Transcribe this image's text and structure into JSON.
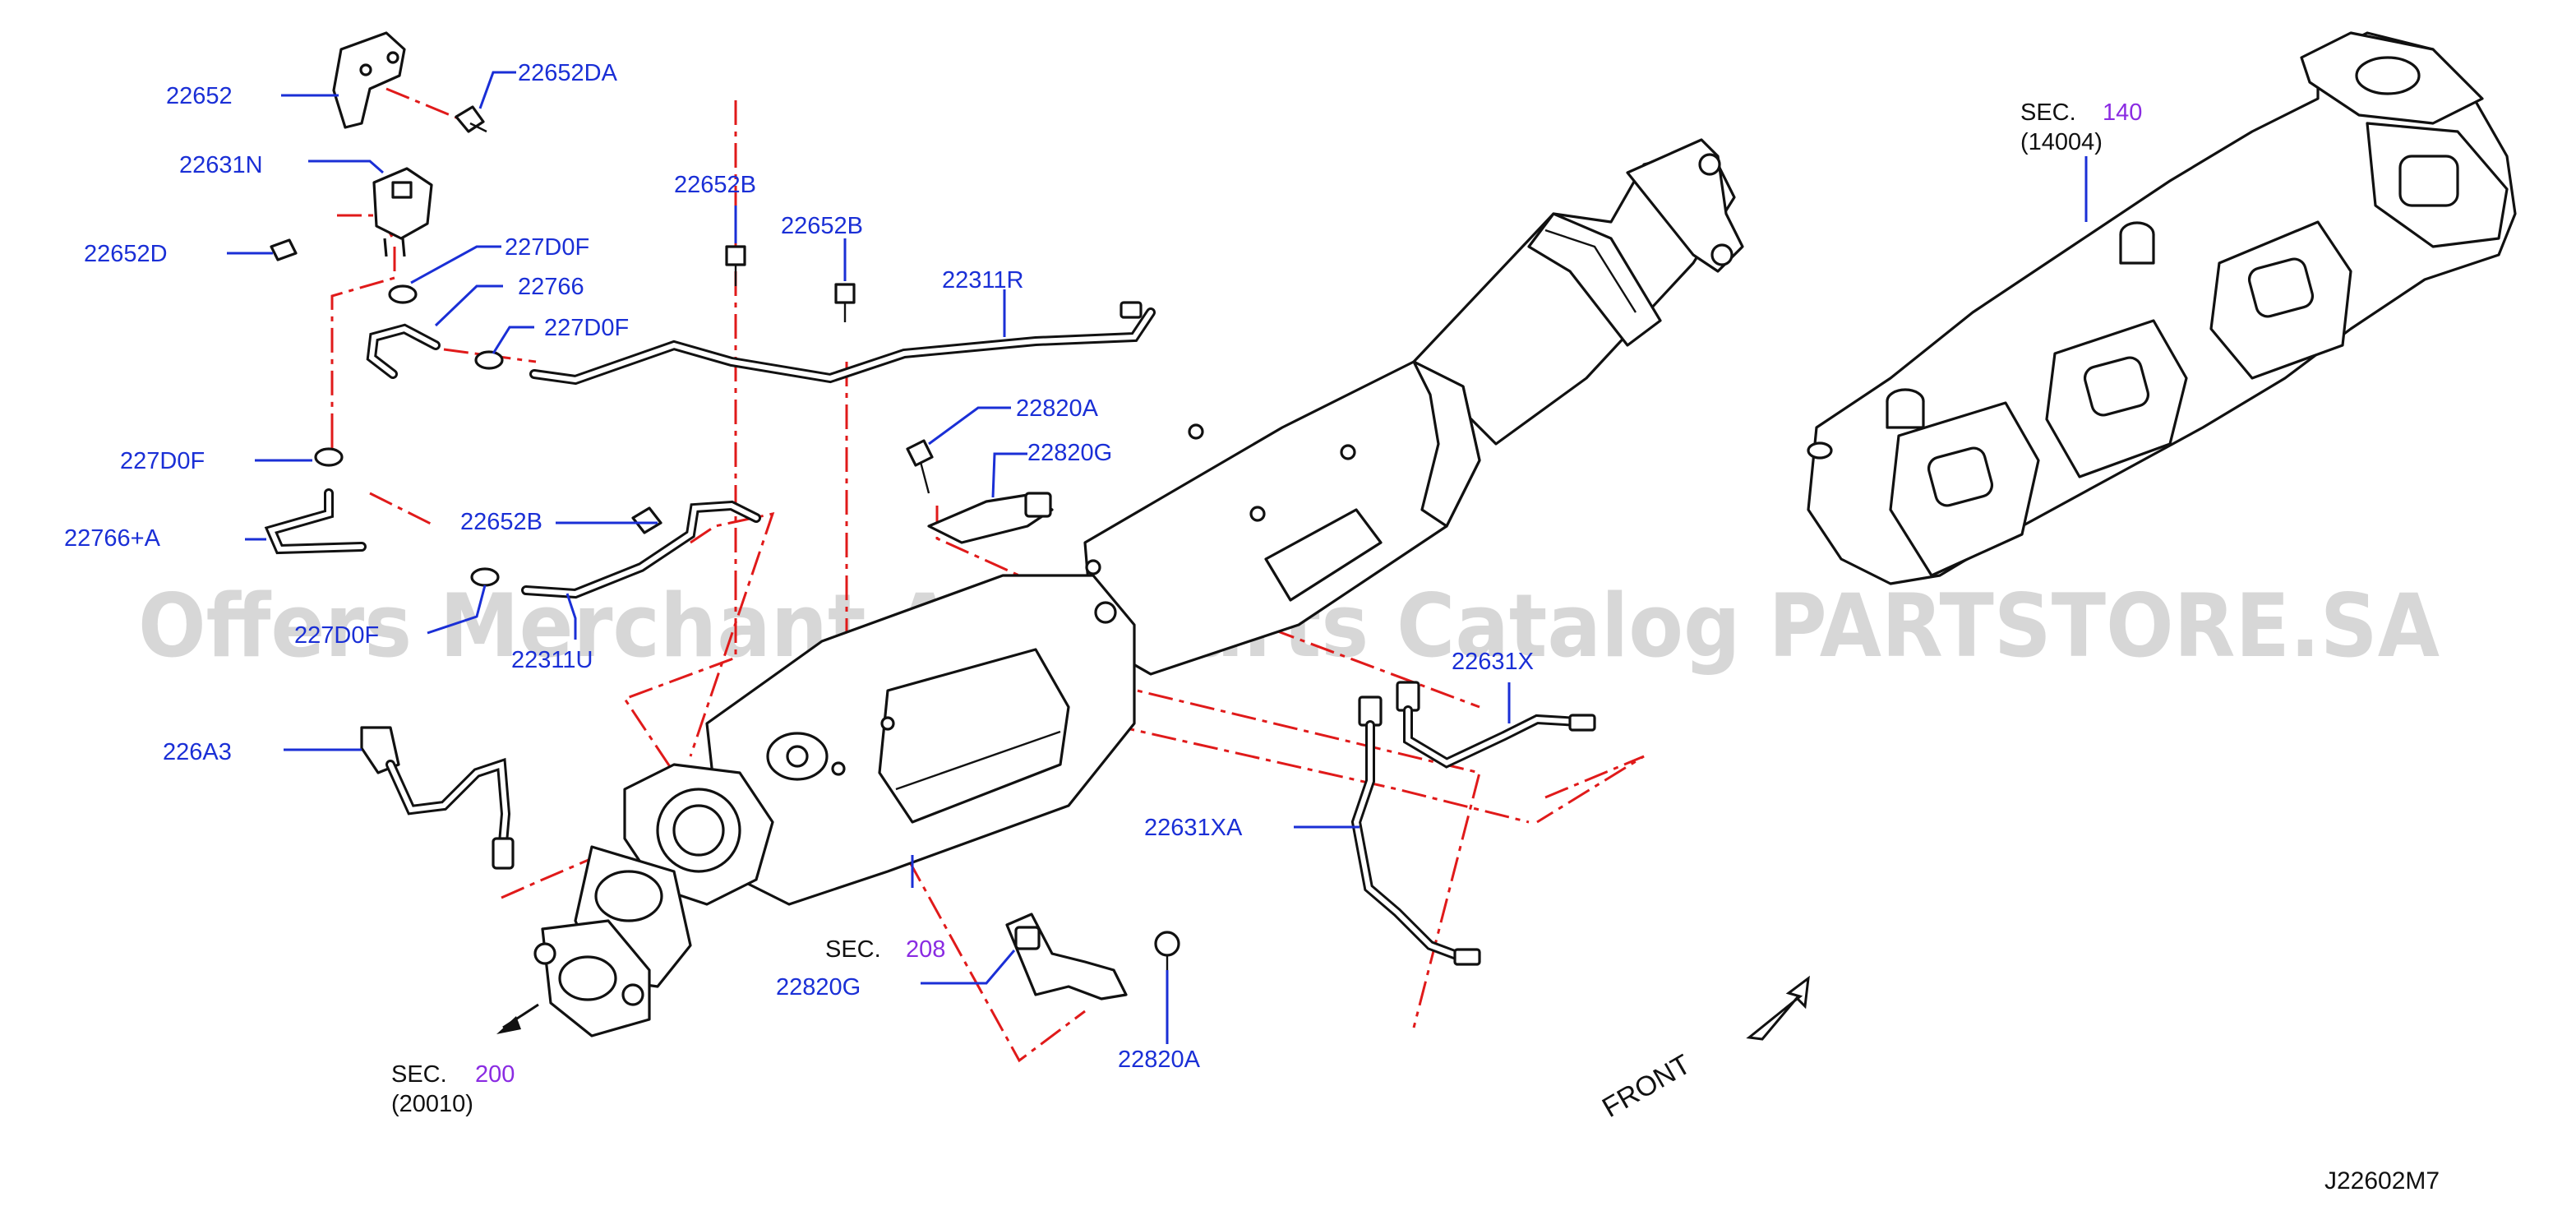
{
  "watermark": "Offers Merchant Auto Parts Catalog PARTSTORE.SA",
  "diagram_code": "J22602M7",
  "front_label": "FRONT",
  "labels": {
    "p22652": "22652",
    "p22652DA": "22652DA",
    "p22631N": "22631N",
    "p22652D": "22652D",
    "p227D0F_a": "227D0F",
    "p22766": "22766",
    "p227D0F_b": "227D0F",
    "p22652B_a": "22652B",
    "p22652B_b": "22652B",
    "p22311R": "22311R",
    "p22820A_a": "22820A",
    "p22820G_a": "22820G",
    "p227D0F_c": "227D0F",
    "p22766A": "22766+A",
    "p22652B_c": "22652B",
    "p227D0F_d": "227D0F",
    "p22311U": "22311U",
    "p226A3": "226A3",
    "p22631X": "22631X",
    "p22631XA": "22631XA",
    "p22820G_b": "22820G",
    "p22820A_b": "22820A"
  },
  "sections": {
    "sec140": {
      "prefix": "SEC.",
      "number": "140",
      "sub": "(14004)"
    },
    "sec208": {
      "prefix": "SEC.",
      "number": "208"
    },
    "sec200": {
      "prefix": "SEC.",
      "number": "200",
      "sub": "(20010)"
    }
  },
  "colors": {
    "label_blue": "#1a2fd6",
    "dash_red": "#e01a1a",
    "sec_purple": "#8a2be2",
    "line_black": "#111111"
  }
}
